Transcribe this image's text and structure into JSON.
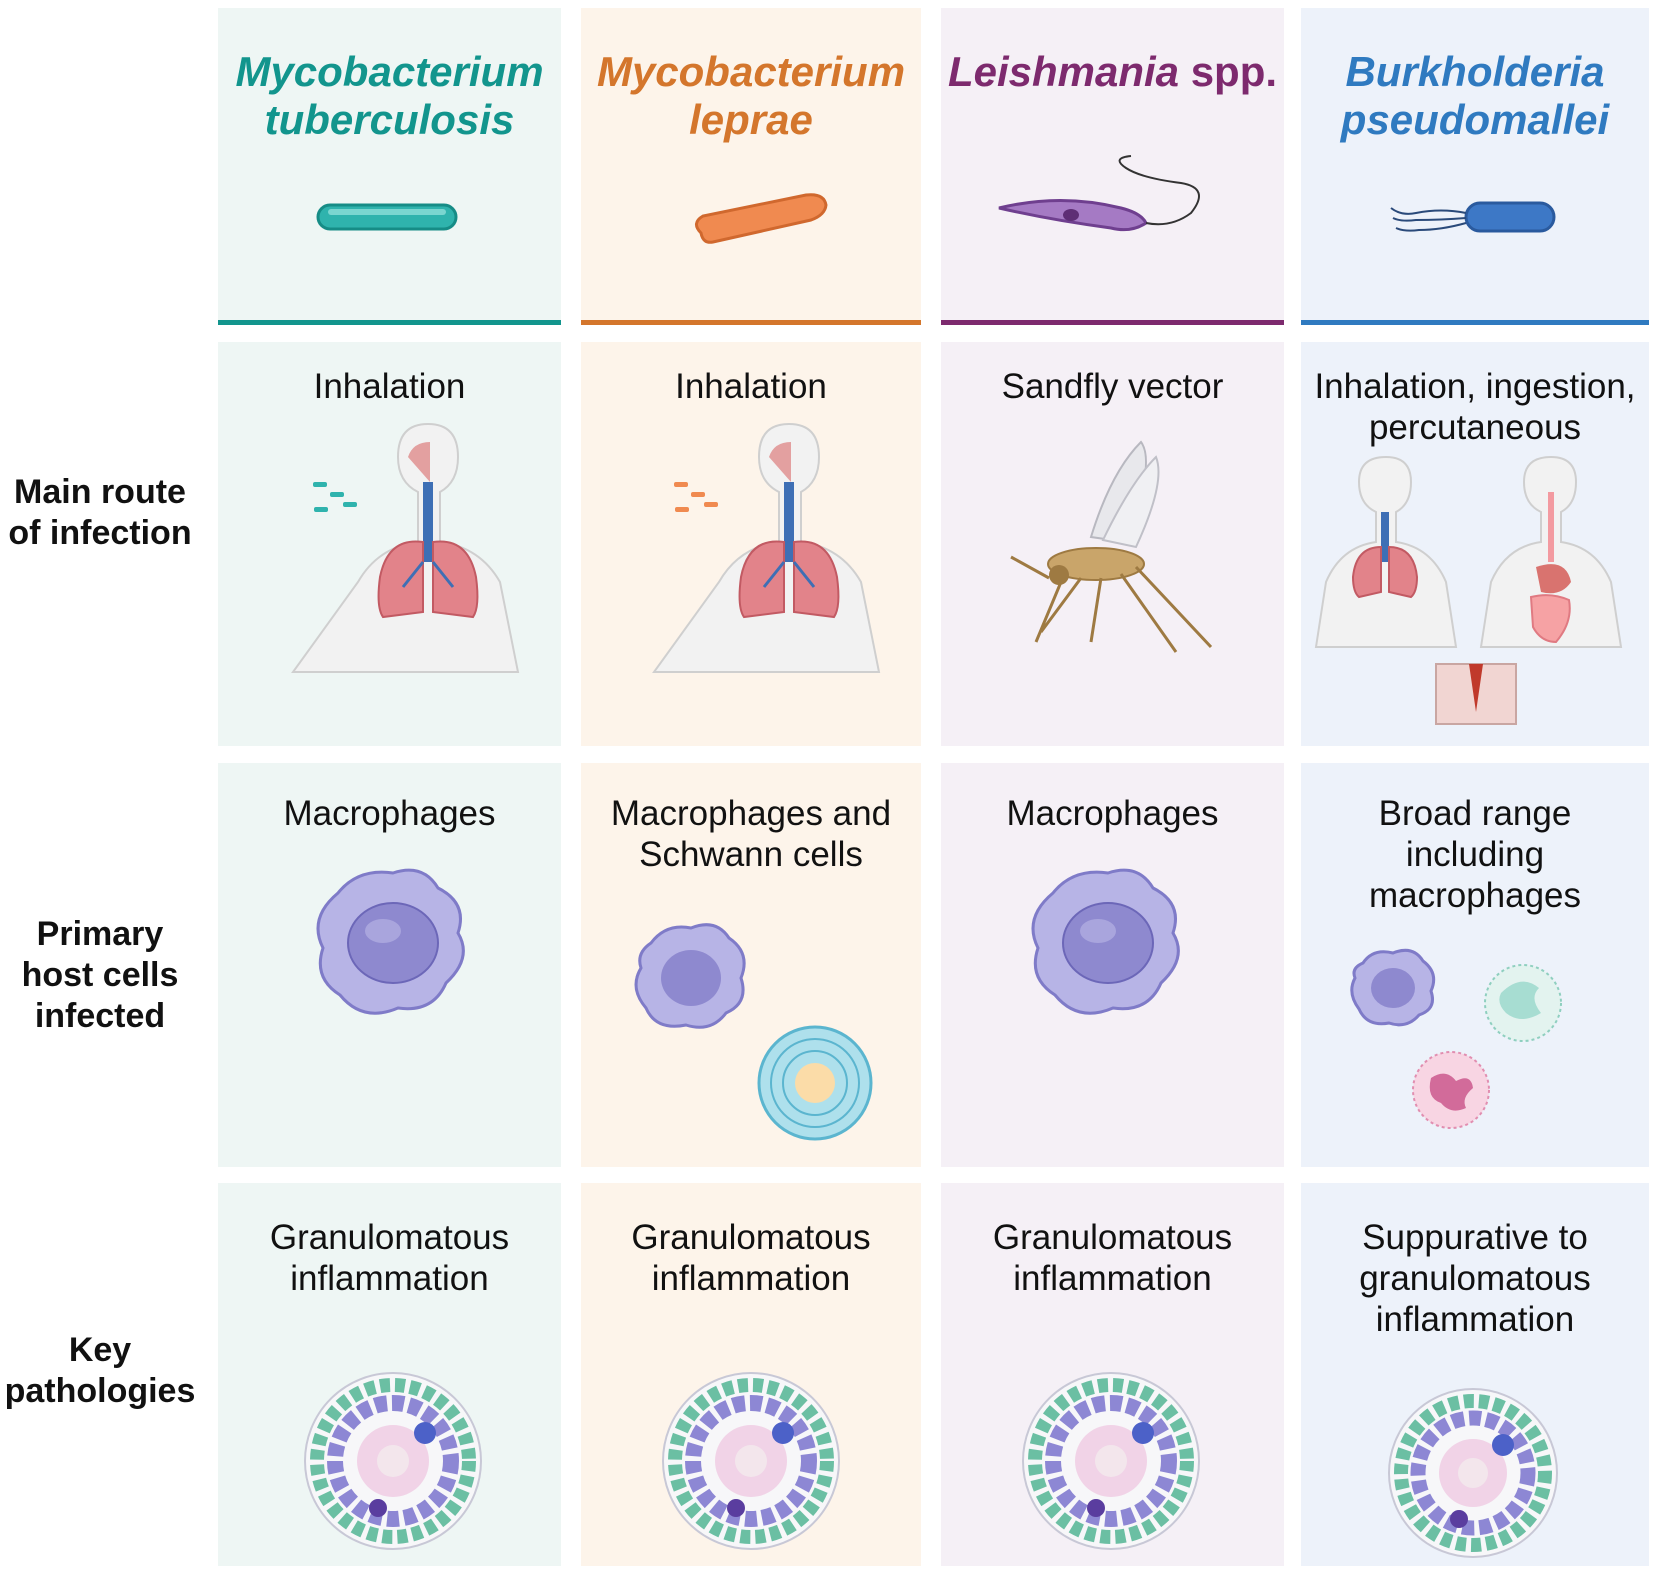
{
  "columns": [
    {
      "name_line1": "Mycobacterium",
      "name_line2": "tuberculosis",
      "color": "#12958d",
      "bg": "#eef6f4",
      "route": "Inhalation",
      "host_cells": "Macrophages",
      "pathology": "Granulomatous\ninflammation"
    },
    {
      "name_line1": "Mycobacterium",
      "name_line2": "leprae",
      "color": "#d4762c",
      "bg": "#fdf4ea",
      "route": "Inhalation",
      "host_cells": "Macrophages and\nSchwann cells",
      "pathology": "Granulomatous\ninflammation"
    },
    {
      "name_italic": "Leishmania",
      "name_suffix": " spp.",
      "color": "#7d2a6e",
      "bg": "#f5f0f6",
      "route": "Sandfly vector",
      "host_cells": "Macrophages",
      "pathology": "Granulomatous\ninflammation"
    },
    {
      "name_line1": "Burkholderia",
      "name_line2": "pseudomallei",
      "color": "#2f7ac0",
      "bg": "#edf2fa",
      "route": "Inhalation, ingestion,\npercutaneous",
      "host_cells": "Broad range\nincluding\nmacrophages",
      "pathology": "Suppurative to\ngranulomatous\ninflammation"
    }
  ],
  "row_labels": {
    "route": "Main route\nof infection",
    "host_cells": "Primary\nhost cells\ninfected",
    "pathology": "Key\npathologies"
  },
  "icons": {
    "bacteria": [
      "rod-bacterium-icon",
      "rod-bacterium-icon",
      "leishmania-promastigote-icon",
      "flagellated-bacterium-icon"
    ],
    "route": [
      "human-respiratory-inhalation-icon",
      "human-respiratory-inhalation-icon",
      "sandfly-icon",
      "respiratory-digestive-skin-icon"
    ],
    "cells": [
      "macrophage-icon",
      "macrophage-schwann-cell-icon",
      "macrophage-icon",
      "macrophage-monocyte-neutrophil-icon"
    ],
    "pathology": [
      "granuloma-icon",
      "granuloma-icon",
      "granuloma-icon",
      "granuloma-icon"
    ]
  }
}
